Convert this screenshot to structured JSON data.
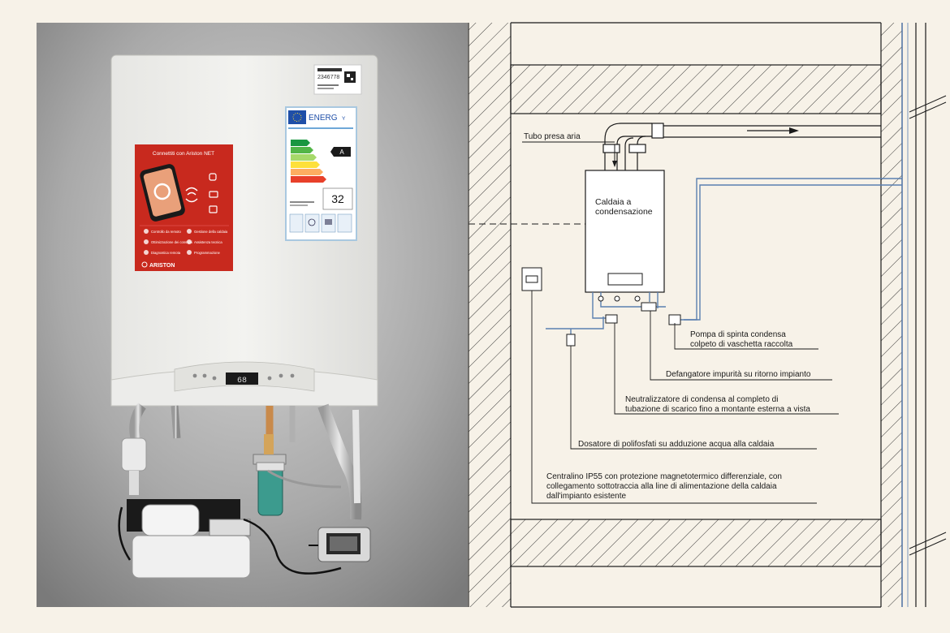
{
  "photo": {
    "qr_code": "2346778",
    "poster": {
      "title": "Connettiti con Ariston NET",
      "items": [
        "Controllo da remoto",
        "Gestione della caldaia",
        "Ottimizzazione dei consumi",
        "Assistenza tecnica",
        "Diagnostica remota",
        "Programmazione"
      ],
      "brand": "ARISTON"
    },
    "energy_label": {
      "header": "ENERG",
      "suffix": "Y",
      "grade": "A",
      "number": "32"
    },
    "display_value": "68"
  },
  "diagram": {
    "labels": {
      "tubo": "Tubo presa aria",
      "caldaia_line1": "Caldaia a",
      "caldaia_line2": "condensazione",
      "pompa_line1": "Pompa di spinta condensa",
      "pompa_line2": "colpeto di vaschetta raccolta",
      "defangatore": "Defangatore impurità su ritorno impianto",
      "neutral_line1": "Neutralizzatore di condensa al completo di",
      "neutral_line2": "tubazione di scarico fino a montante esterna a vista",
      "dosatore": "Dosatore di polifosfati su adduzione acqua alla caldaia",
      "centralino_line1": "Centralino IP55 con protezione magnetotermico  differenziale, con",
      "centralino_line2": "collegamento sottotraccia  alla line di alimentazione della  caldaia",
      "centralino_line3": "dall'impianto esistente"
    }
  },
  "colors": {
    "background": "#f7f2e8",
    "line": "#1a1a1a",
    "pipe_blue": "#5a7fb0",
    "poster_red": "#c8291e",
    "wall_gray": "#8e8e8e"
  }
}
